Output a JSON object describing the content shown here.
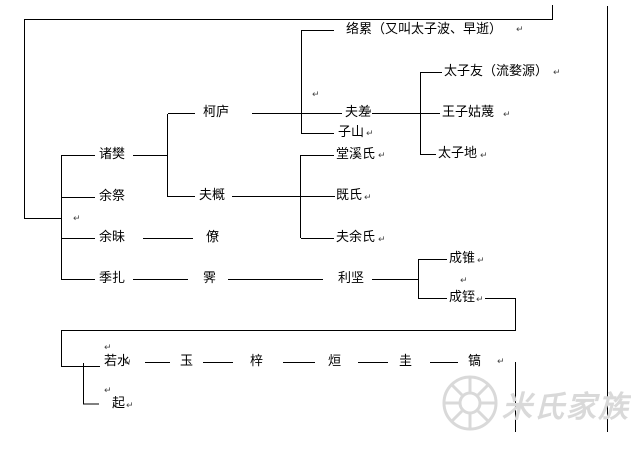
{
  "return_mark": "↵",
  "colors": {
    "line": "#000000",
    "text": "#000000",
    "watermark": "#d9d9d9"
  },
  "watermark": {
    "text": "米氏家族"
  },
  "nodes": {
    "zhufan": "诸樊",
    "yuji": "余祭",
    "yumei": "余昧",
    "jizha": "季扎",
    "kelu": "柯庐",
    "fugai": "夫概",
    "liao": "僚",
    "fen": "霁",
    "lijian": "利坚",
    "sulei": "络累（又叫太子波、早逝）",
    "fuchai": "夫差",
    "zishan": "子山",
    "tangxishi": "堂溪氏",
    "jishi": "既氏",
    "fuyushi": "夫余氏",
    "taiziyou": "太子友（流婺源）",
    "wangzigumie": "王子姑蔑",
    "taizidi": "太子地",
    "chengzhui": "成锥",
    "chengzhi": "成铚",
    "ruoshui": "若水",
    "yu": "玉",
    "zi": "梓",
    "xuan": "烜",
    "gui": "圭",
    "gao": "镐",
    "qi": "起"
  }
}
